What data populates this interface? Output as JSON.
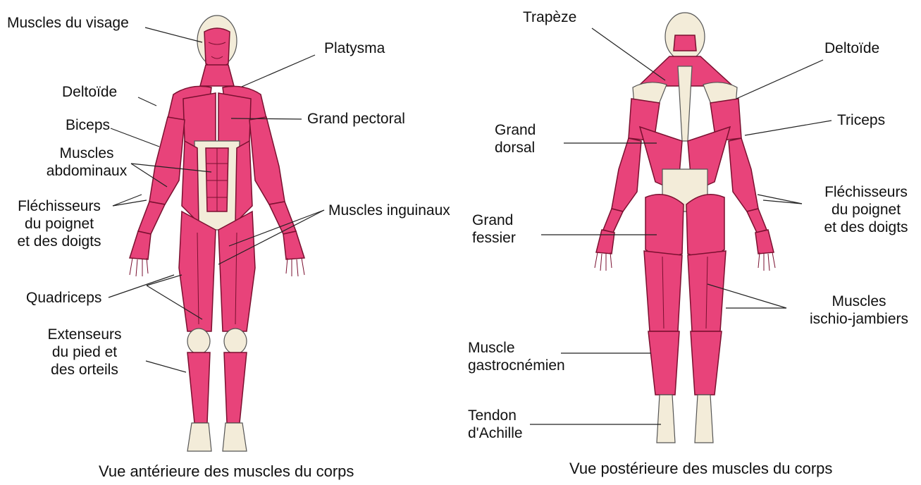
{
  "anterior": {
    "caption": "Vue antérieure des muscles du corps",
    "labels": {
      "visage": "Muscles du visage",
      "platysma": "Platysma",
      "deltoide": "Deltoïde",
      "grand_pectoral": "Grand pectoral",
      "biceps": "Biceps",
      "abdominaux_1": "Muscles",
      "abdominaux_2": "abdominaux",
      "inguinaux": "Muscles inguinaux",
      "flechisseurs_1": "Fléchisseurs",
      "flechisseurs_2": "du poignet",
      "flechisseurs_3": "et des doigts",
      "quadriceps": "Quadriceps",
      "extenseurs_1": "Extenseurs",
      "extenseurs_2": "du pied et",
      "extenseurs_3": "des orteils"
    }
  },
  "posterior": {
    "caption": "Vue postérieure des muscles du corps",
    "labels": {
      "trapeze": "Trapèze",
      "deltoide": "Deltoïde",
      "triceps": "Triceps",
      "grand_dorsal_1": "Grand",
      "grand_dorsal_2": "dorsal",
      "flechisseurs_1": "Fléchisseurs",
      "flechisseurs_2": "du poignet",
      "flechisseurs_3": "et des doigts",
      "grand_fessier_1": "Grand",
      "grand_fessier_2": "fessier",
      "ischio_1": "Muscles",
      "ischio_2": "ischio-jambiers",
      "gastrocnemien_1": "Muscle",
      "gastrocnemien_2": "gastrocnémien",
      "achille_1": "Tendon",
      "achille_2": "d'Achille"
    }
  },
  "colors": {
    "muscle": "#e8437a",
    "muscle_line": "#7a1030",
    "tendon": "#f3ecd9",
    "leader_line": "#222222"
  }
}
